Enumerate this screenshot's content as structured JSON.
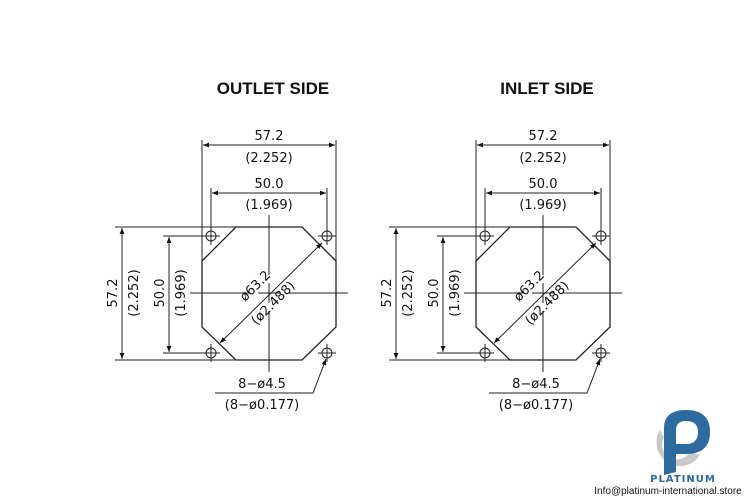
{
  "views": [
    {
      "title": "OUTLET SIDE"
    },
    {
      "title": "INLET SIDE"
    }
  ],
  "dimensions": {
    "outer_width_mm": "57.2",
    "outer_width_in": "(2.252)",
    "hole_spacing_mm": "50.0",
    "hole_spacing_in": "(1.969)",
    "diameter_mm": "ø63.2",
    "diameter_in": "(ø2.488)",
    "holes_mm": "8−ø4.5",
    "holes_in": "(8−ø0.177)"
  },
  "logo": {
    "brand": "PLATINUM",
    "email": "Info@platinum-international.store",
    "colors": {
      "blue": "#2d6aa0",
      "gray": "#c8c8c8"
    }
  }
}
